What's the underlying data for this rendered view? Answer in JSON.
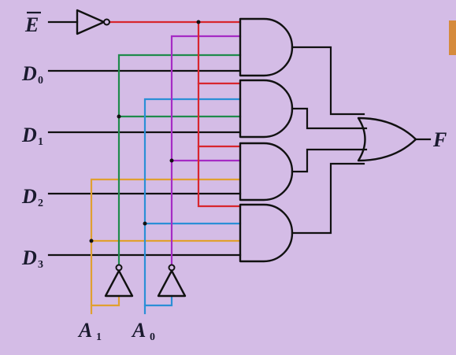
{
  "labels": {
    "enable": "E",
    "d0_main": "D",
    "d0_sub": "0",
    "d1_main": "D",
    "d1_sub": "1",
    "d2_main": "D",
    "d2_sub": "2",
    "d3_main": "D",
    "d3_sub": "3",
    "a1_main": "A",
    "a1_sub": "1",
    "a0_main": "A",
    "a0_sub": "0",
    "output": "F"
  },
  "colors": {
    "background": "#d4bce6",
    "wire_black": "#111111",
    "wire_red": "#d8262e",
    "wire_purple": "#a52bc4",
    "wire_green": "#1f8a4c",
    "wire_blue": "#2b8fd6",
    "wire_orange": "#e0a030",
    "accent_tab": "#d58a3c"
  }
}
